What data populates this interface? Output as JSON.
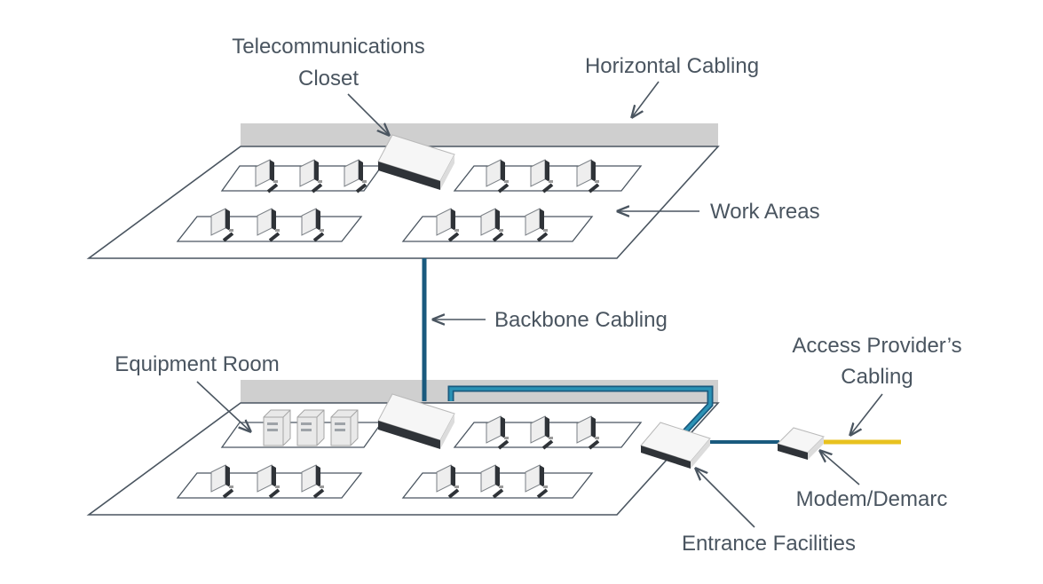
{
  "labels": {
    "telecom_closet_line1": "Telecommunications",
    "telecom_closet_line2": "Closet",
    "horizontal_cabling": "Horizontal Cabling",
    "work_areas": "Work Areas",
    "backbone_cabling": "Backbone Cabling",
    "equipment_room": "Equipment Room",
    "access_provider_line1": "Access Provider’s",
    "access_provider_line2": "Cabling",
    "modem_demarc": "Modem/Demarc",
    "entrance_facilities": "Entrance Facilities"
  },
  "colors": {
    "label_text": "#4a5560",
    "backbone_cable": "#1a5a7e",
    "provider_cable": "#e8c21f",
    "wall": "#cfcfcf",
    "floor_outline": "#4a5560",
    "device_body": "#f4f4f4",
    "device_panel": "#2f3338"
  }
}
